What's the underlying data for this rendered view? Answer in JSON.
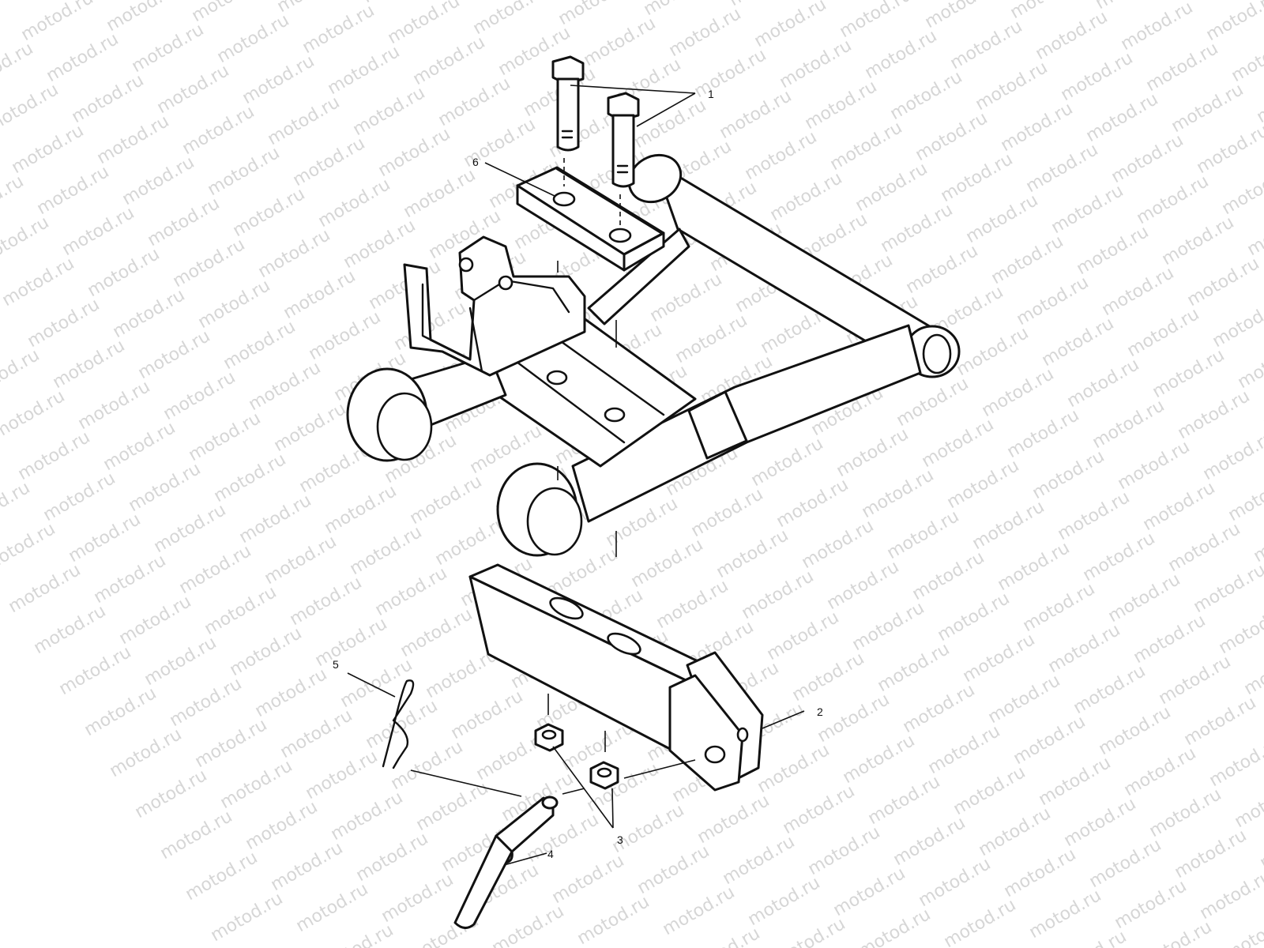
{
  "watermark": {
    "text": "motod.ru",
    "color": "#d6d6d6"
  },
  "callouts": [
    {
      "id": "callout-1",
      "label": "1"
    },
    {
      "id": "callout-2",
      "label": "2"
    },
    {
      "id": "callout-3",
      "label": "3"
    },
    {
      "id": "callout-4",
      "label": "4"
    },
    {
      "id": "callout-5",
      "label": "5"
    },
    {
      "id": "callout-6",
      "label": "6"
    }
  ],
  "parts": {
    "bolts": "hex-bolt-icon",
    "plate": "mounting-plate",
    "a_arm": "a-arm-frame",
    "hitch": "hitch-bracket",
    "nuts": "hex-nut-icon",
    "pin": "hitch-pin",
    "clip": "hair-pin-clip"
  }
}
